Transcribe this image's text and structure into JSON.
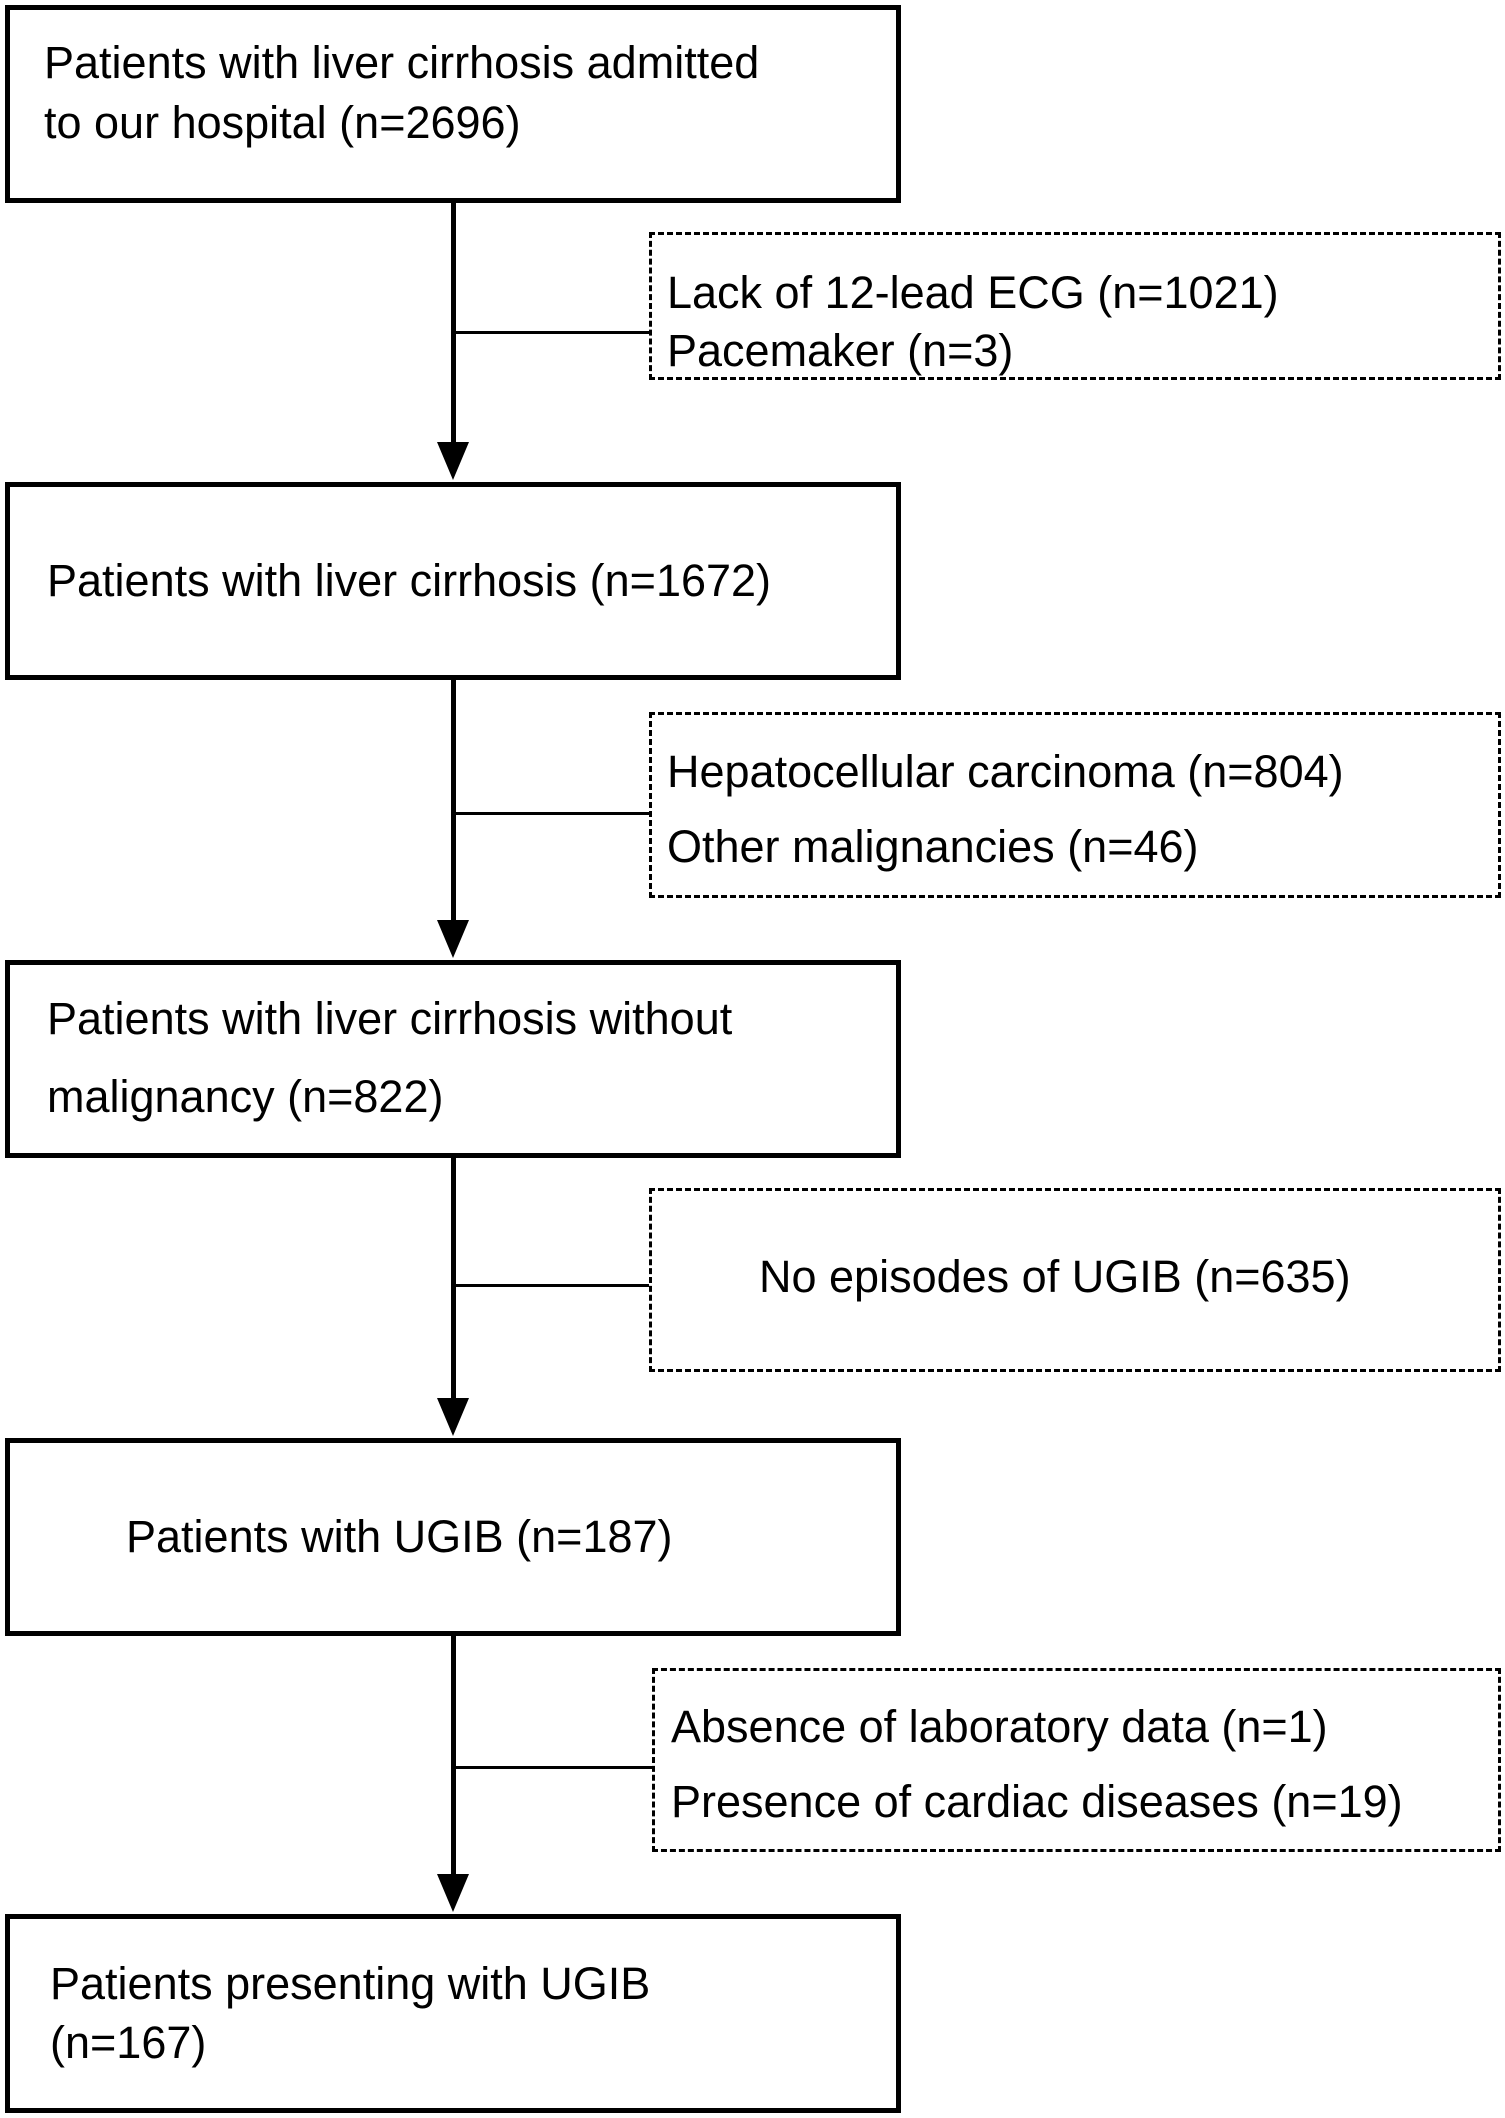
{
  "boxes": {
    "b1": {
      "lines": [
        "Patients with liver cirrhosis admitted",
        "to our hospital (n=2696)"
      ]
    },
    "b2": {
      "lines": [
        "Patients with liver cirrhosis (n=1672)"
      ]
    },
    "b3": {
      "lines": [
        "Patients with liver cirrhosis without",
        "malignancy (n=822)"
      ]
    },
    "b4": {
      "lines": [
        "Patients with UGIB (n=187)"
      ]
    },
    "b5": {
      "lines": [
        "Patients presenting with UGIB",
        "(n=167)"
      ]
    }
  },
  "exclusions": {
    "e1": {
      "lines": [
        "Lack of 12-lead ECG (n=1021)",
        "Pacemaker (n=3)"
      ]
    },
    "e2": {
      "lines": [
        "Hepatocellular carcinoma (n=804)",
        "Other malignancies (n=46)"
      ]
    },
    "e3": {
      "lines": [
        "No episodes of UGIB (n=635)"
      ]
    },
    "e4": {
      "lines": [
        "Absence of laboratory data (n=1)",
        "Presence of cardiac diseases (n=19)"
      ]
    }
  }
}
